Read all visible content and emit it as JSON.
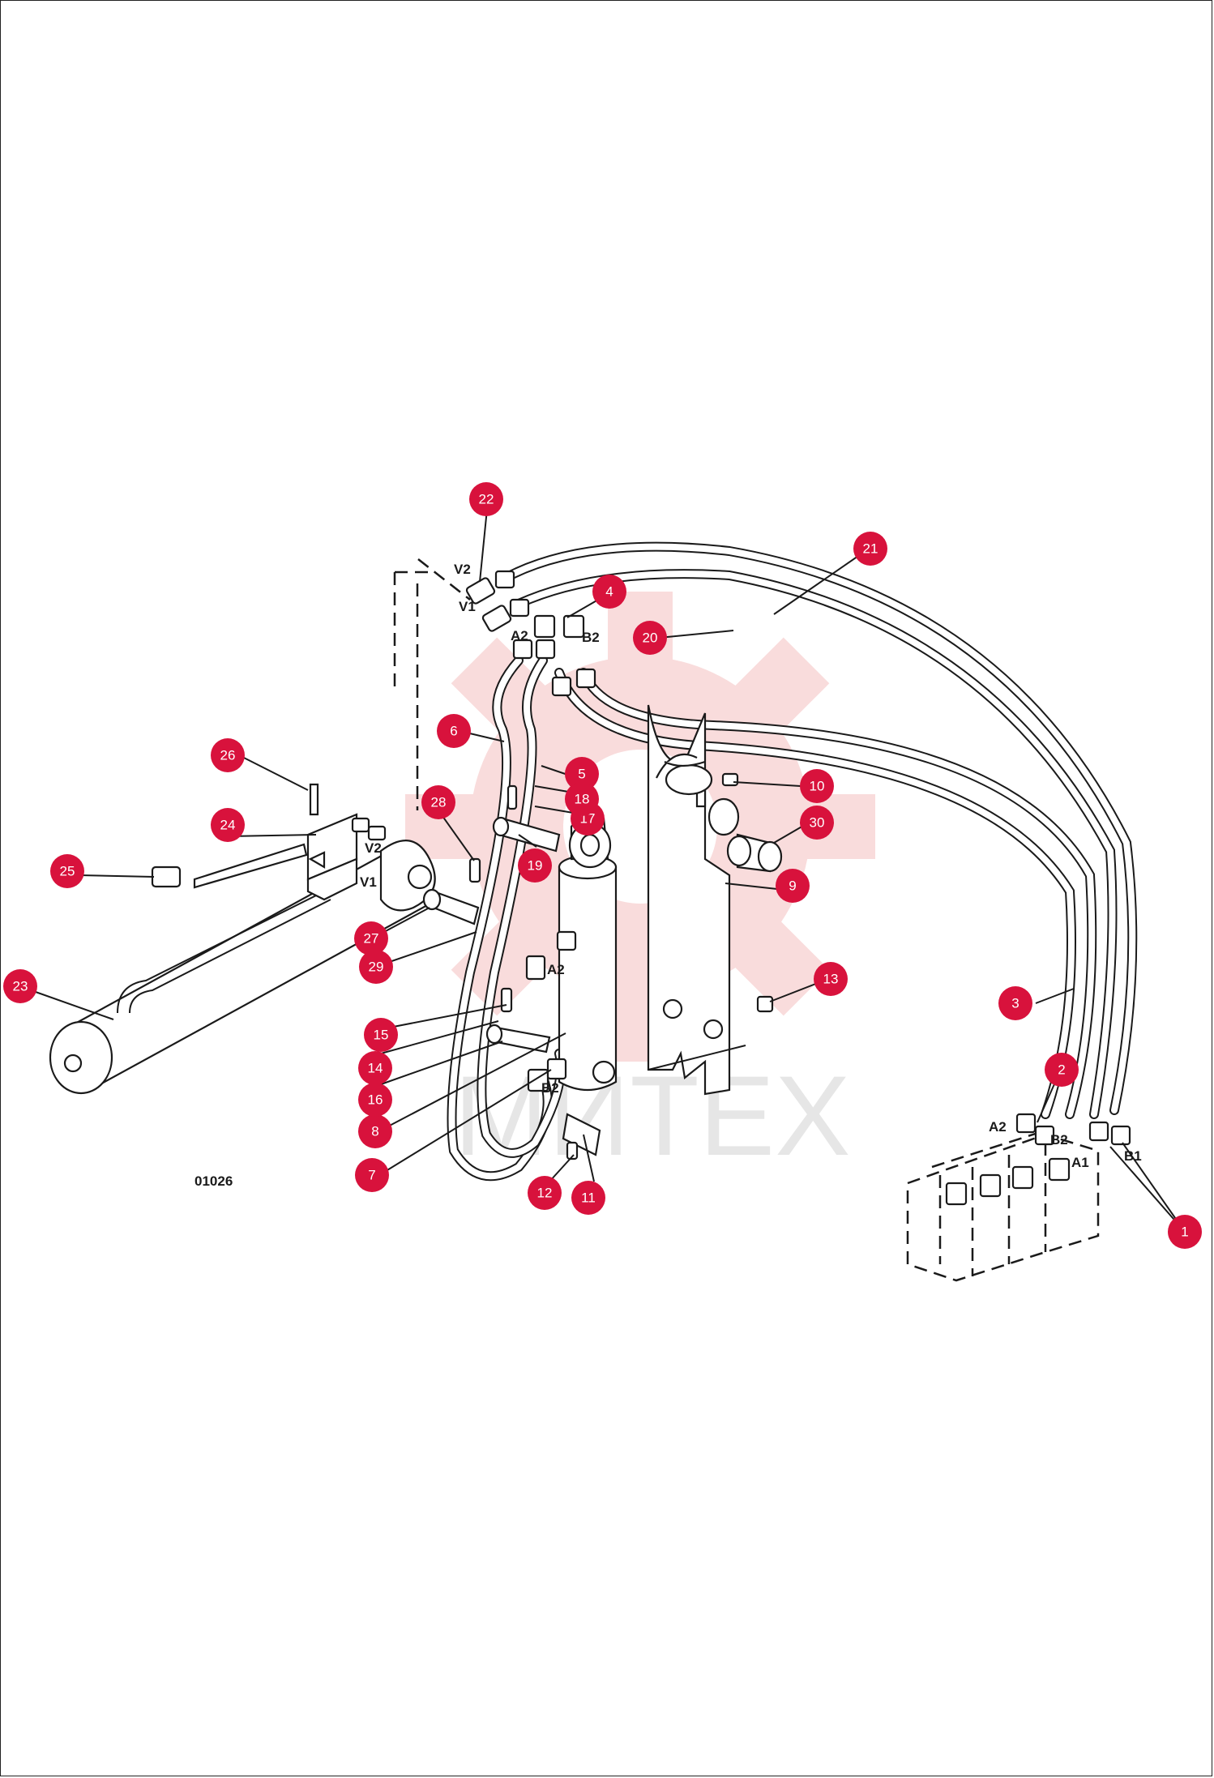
{
  "drawing_id": "01026",
  "watermark": "МИТЕХ",
  "ports": [
    "V2",
    "V1",
    "A2",
    "B2",
    "V2",
    "V1",
    "A2",
    "B2",
    "A2",
    "B2",
    "A1",
    "B1"
  ],
  "callouts": [
    "1",
    "2",
    "3",
    "4",
    "5",
    "6",
    "7",
    "8",
    "9",
    "10",
    "11",
    "12",
    "13",
    "14",
    "15",
    "16",
    "17",
    "18",
    "19",
    "20",
    "21",
    "22",
    "23",
    "24",
    "25",
    "26",
    "27",
    "28",
    "29",
    "30"
  ],
  "colors": {
    "badge": "#d8123c",
    "line": "#1a1a1a",
    "watermark": "#f7d6d6"
  }
}
